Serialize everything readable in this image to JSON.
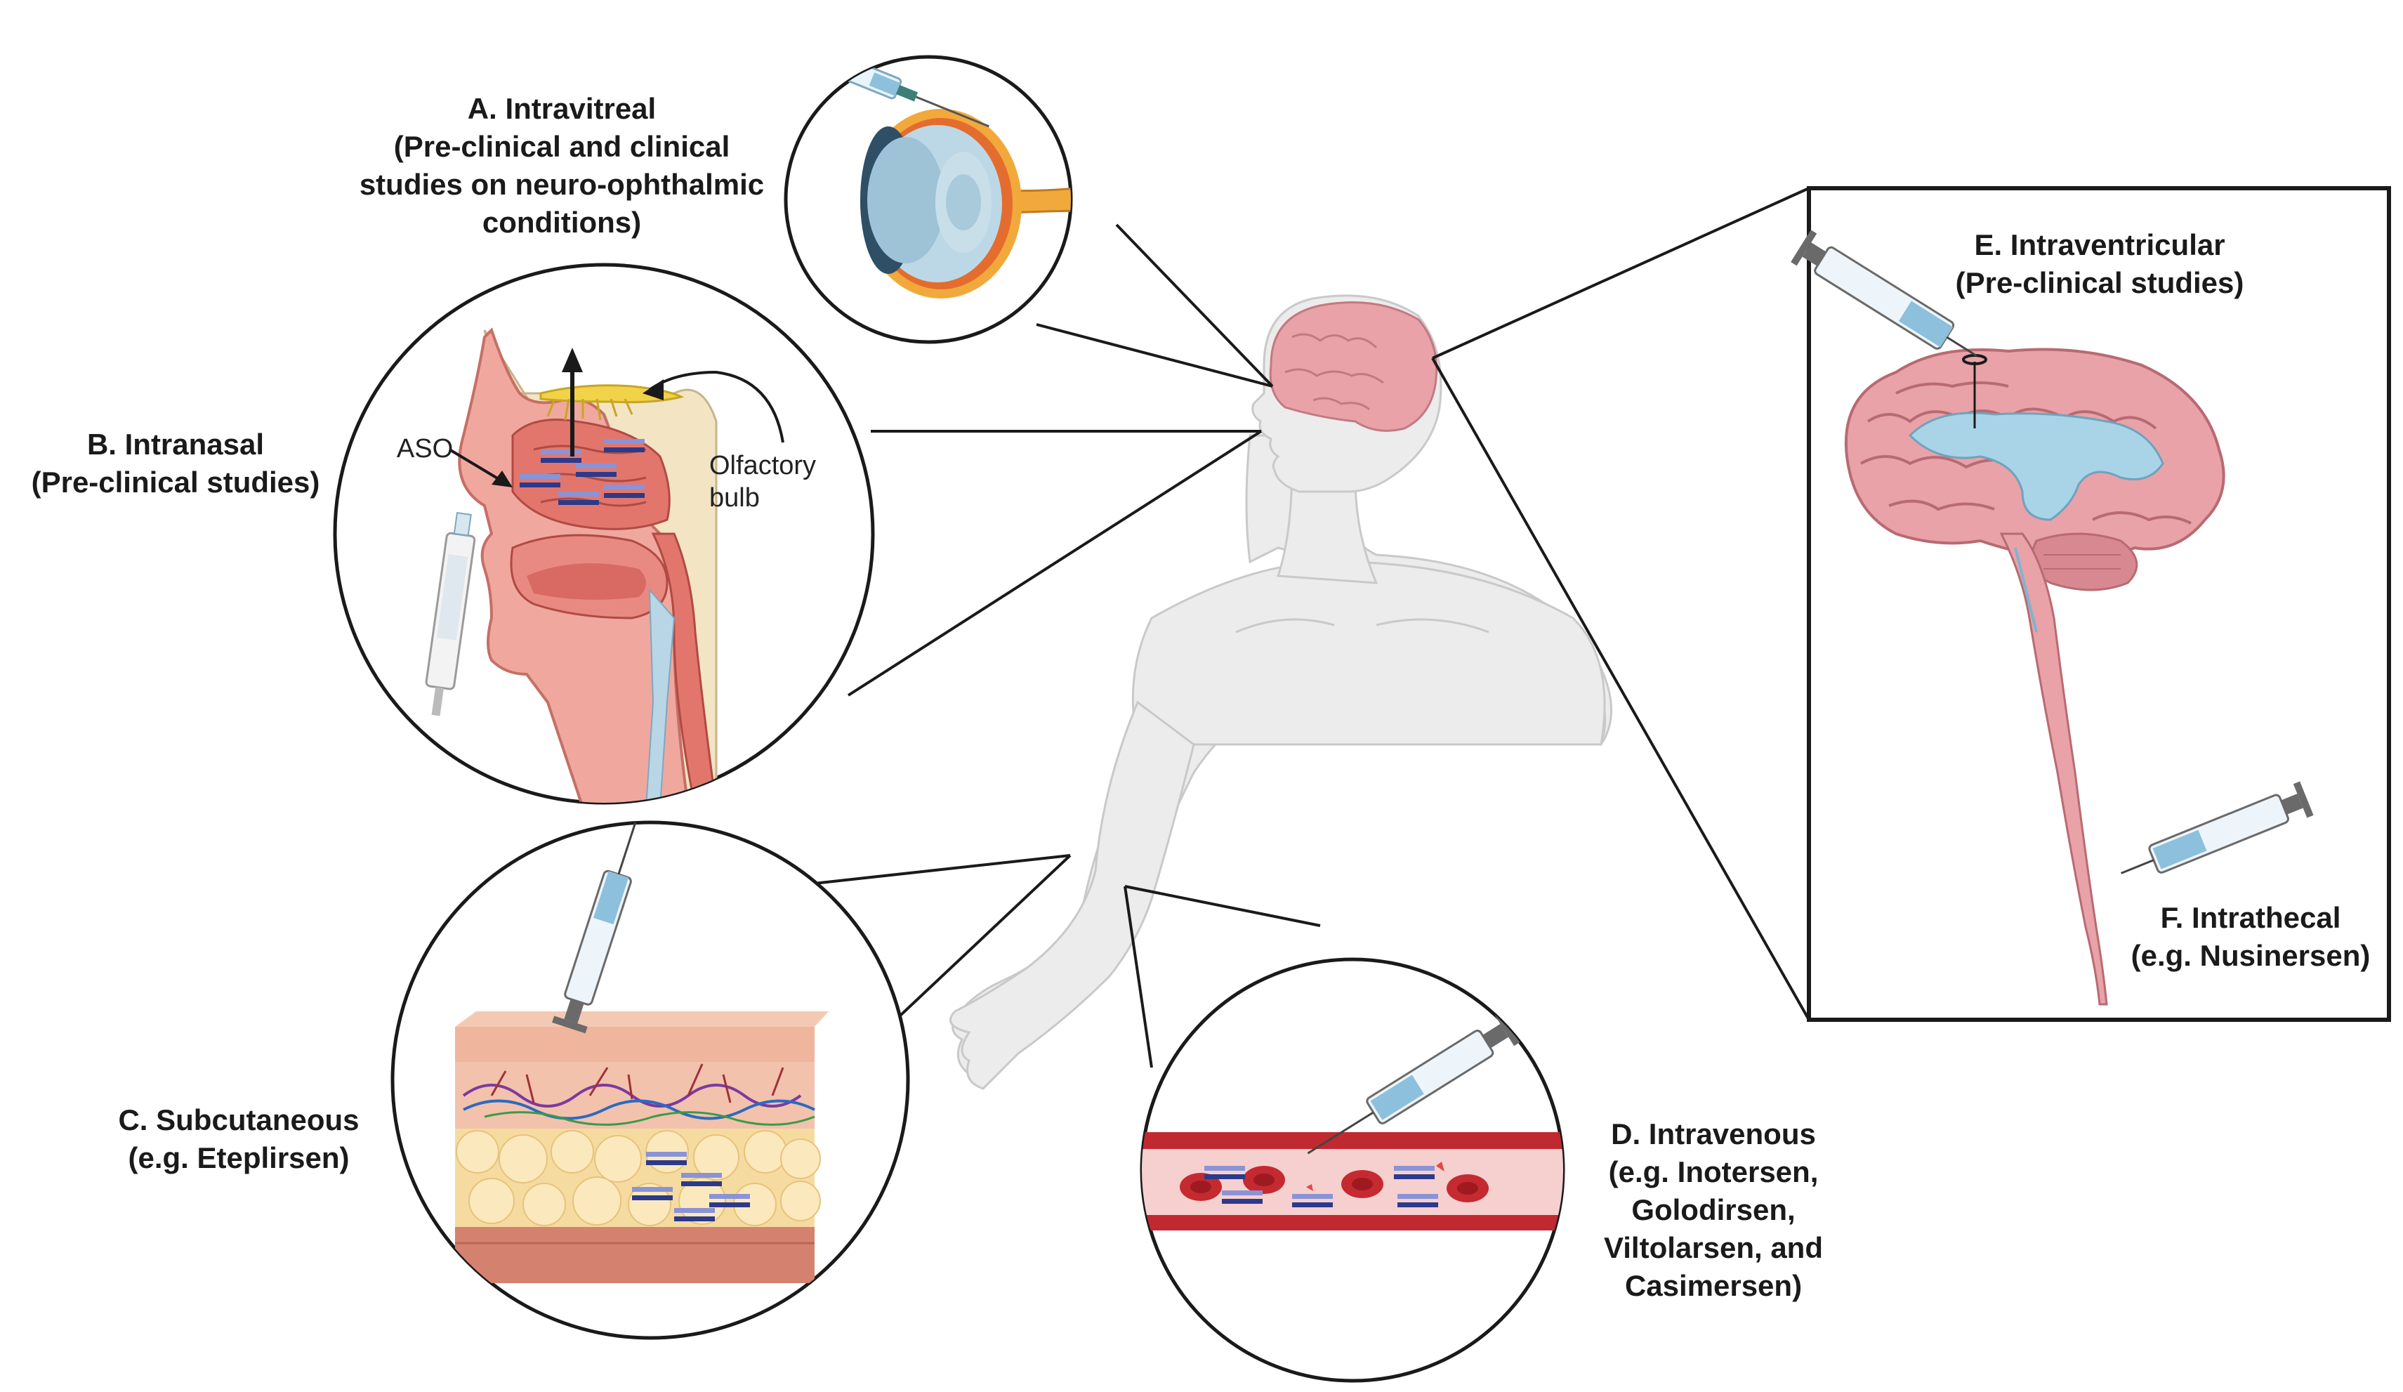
{
  "routes": {
    "intravitreal": {
      "title": "A. Intravitreal",
      "lines": [
        "(Pre-clinical and clinical",
        "studies on neuro-ophthalmic",
        "conditions)"
      ]
    },
    "intranasal": {
      "title": "B. Intranasal",
      "lines": [
        "(Pre-clinical studies)"
      ],
      "aso_label": "ASO",
      "bulb_label": [
        "Olfactory",
        "bulb"
      ]
    },
    "subcutaneous": {
      "title": "C. Subcutaneous",
      "lines": [
        "(e.g. Eteplirsen)"
      ]
    },
    "intravenous": {
      "title": "D. Intravenous",
      "lines": [
        "(e.g. Inotersen,",
        "Golodirsen,",
        "Viltolarsen, and",
        "Casimersen)"
      ]
    },
    "intraventricular": {
      "title": "E. Intraventricular",
      "lines": [
        "(Pre-clinical studies)"
      ]
    },
    "intrathecal": {
      "title": "F. Intrathecal",
      "lines": [
        "(e.g. Nusinersen)"
      ]
    }
  },
  "colors": {
    "outline": "#1a1a1a",
    "skin_body": "#ececec",
    "brain": "#e8a2a8",
    "ventricle": "#a9d4e8",
    "blood_vessel": "#c0292f",
    "fat": "#f6dba0",
    "aso_strand": "#2b3a8a"
  }
}
